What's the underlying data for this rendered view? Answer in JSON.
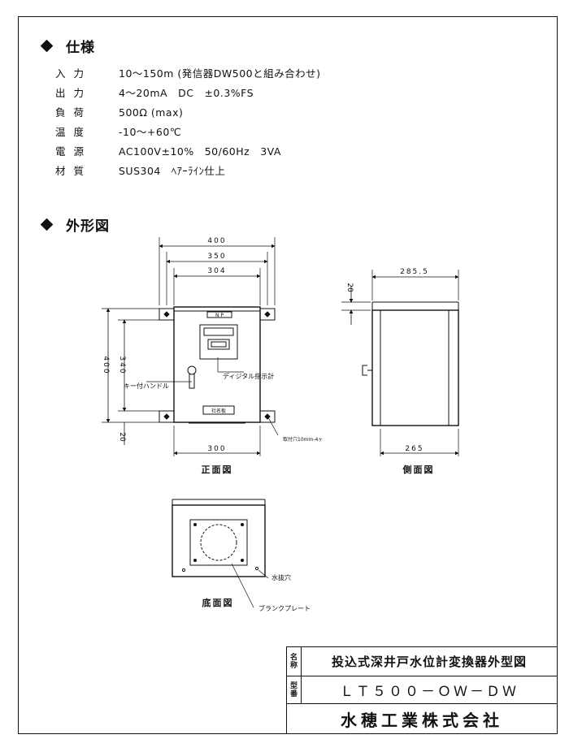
{
  "spec": {
    "heading": "仕様",
    "rows": [
      {
        "label": "入力",
        "value": "10～150m (発信器DW500と組み合わせ)"
      },
      {
        "label": "出力",
        "value": "4～20mA　DC　±0.3%FS"
      },
      {
        "label": "負荷",
        "value": "500Ω (max)"
      },
      {
        "label": "温度",
        "value": "-10～+60℃"
      },
      {
        "label": "電源",
        "value": "AC100V±10%　50/60Hz　3VA"
      },
      {
        "label": "材質",
        "value": "SUS304　ﾍｱｰﾗｲﾝ仕上"
      }
    ]
  },
  "outline": {
    "heading": "外形図",
    "front": {
      "dims": {
        "w400": "400",
        "w350": "350",
        "w304": "304",
        "w300": "300",
        "h400": "400",
        "h340": "340",
        "h20": "20"
      },
      "np_label": "N P",
      "plate_label": "社名板",
      "digital_label": "ディジタル指示計",
      "key_label": "キー付ハンドル",
      "hole_label": "取付穴10mm-4ヶ",
      "title": "正面図"
    },
    "side": {
      "dims": {
        "d285": "285.5",
        "d265": "265",
        "d20": "20"
      },
      "title": "側面図"
    },
    "bottom": {
      "drain_label": "水抜穴",
      "blank_label": "ブランクプレート",
      "title": "底面図"
    }
  },
  "titleblock": {
    "name_key": "名称",
    "name": "投込式深井戸水位計変換器外型図",
    "model_key": "型番",
    "model": "ＬＴ５００－ＯＷ－ＤＷ",
    "company": "水穂工業株式会社"
  }
}
